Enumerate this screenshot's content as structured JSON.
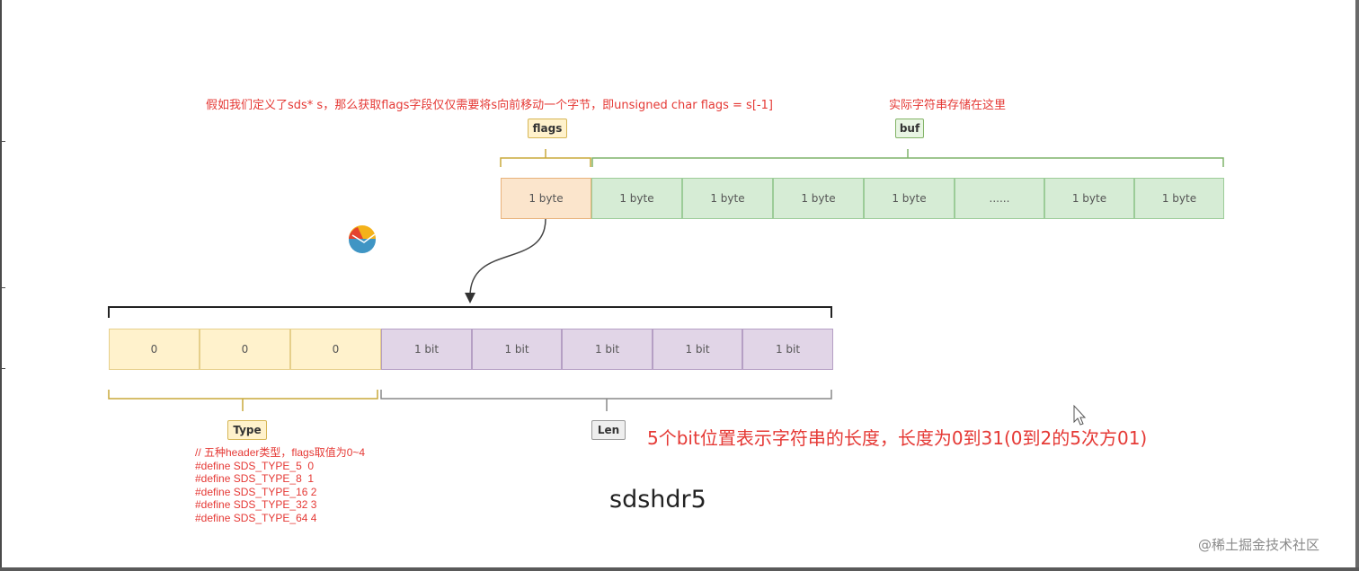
{
  "notes": {
    "flags_note": "假如我们定义了sds* s，那么获取flags字段仅仅需要将s向前移动一个字节，即unsigned char flags = s[-1]",
    "buf_note": "实际字符串存储在这里",
    "len_note": "5个bit位置表示字符串的长度，长度为0到31(0到2的5次方01)"
  },
  "tags": {
    "flags": "flags",
    "buf": "buf",
    "type": "Type",
    "len": "Len"
  },
  "bytes_row": [
    "1 byte",
    "1 byte",
    "1 byte",
    "1 byte",
    "1 byte",
    "......",
    "1 byte",
    "1 byte"
  ],
  "bits_row": [
    "0",
    "0",
    "0",
    "1 bit",
    "1 bit",
    "1 bit",
    "1 bit",
    "1 bit"
  ],
  "defines": [
    "// 五种header类型，flags取值为0~4",
    "#define SDS_TYPE_5  0",
    "#define SDS_TYPE_8  1",
    "#define SDS_TYPE_16 2",
    "#define SDS_TYPE_32 3",
    "#define SDS_TYPE_64 4"
  ],
  "title": "sdshdr5",
  "watermark": "@稀土掘金技术社区",
  "colors": {
    "red_text": "#e53935",
    "orange_cell": "#fbe5cc",
    "green_cell": "#d6ecd5",
    "yellow_cell": "#fff2cc",
    "purple_cell": "#e1d5e7"
  }
}
